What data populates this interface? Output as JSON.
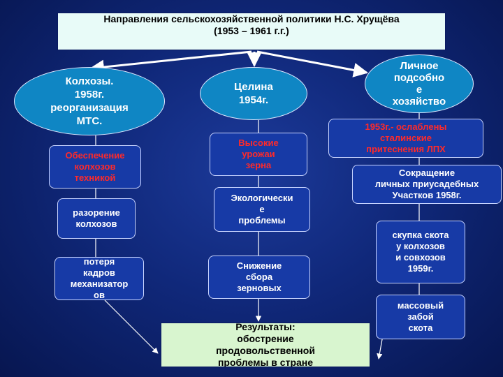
{
  "title": "Направления сельскохозяйственной политики Н.С. Хрущёва\n(1953 – 1961 г.г.)",
  "branches": {
    "left": {
      "heading": "Колхозы.\n1958г.\nреорганизация\nМТС.",
      "items": [
        "Обеспечение\nколхозов\nтехникой",
        "разорение\nколхозов",
        "потеря\nкадров\nмеханизатор\nов"
      ]
    },
    "center": {
      "heading": "Целина\n1954г.",
      "items": [
        "Высокие\nурожаи\nзерна",
        "Экологически\nе\nпроблемы",
        "Снижение\nсбора\nзерновых"
      ]
    },
    "right": {
      "heading": "Личное\nподсобно\nе\nхозяйство",
      "items": [
        "1953г.- ослаблены\nсталинские\nпритеснения ЛПХ",
        "Сокращение\nличных приусадебных\nУчастков  1958г.",
        "скупка скота\nу колхозов\nи совхозов\n1959г.",
        "массовый\nзабой\nскота"
      ]
    }
  },
  "result": "Результаты:\nобострение\nпродовольственной\nпроблемы в стране",
  "colors": {
    "background": "#10287a",
    "ellipse": "#0f86c4",
    "box": "#173aa6",
    "negative_text": "#ff2a2a",
    "title_bg": "#e8fbf8",
    "result_bg": "#d8f5cf"
  }
}
